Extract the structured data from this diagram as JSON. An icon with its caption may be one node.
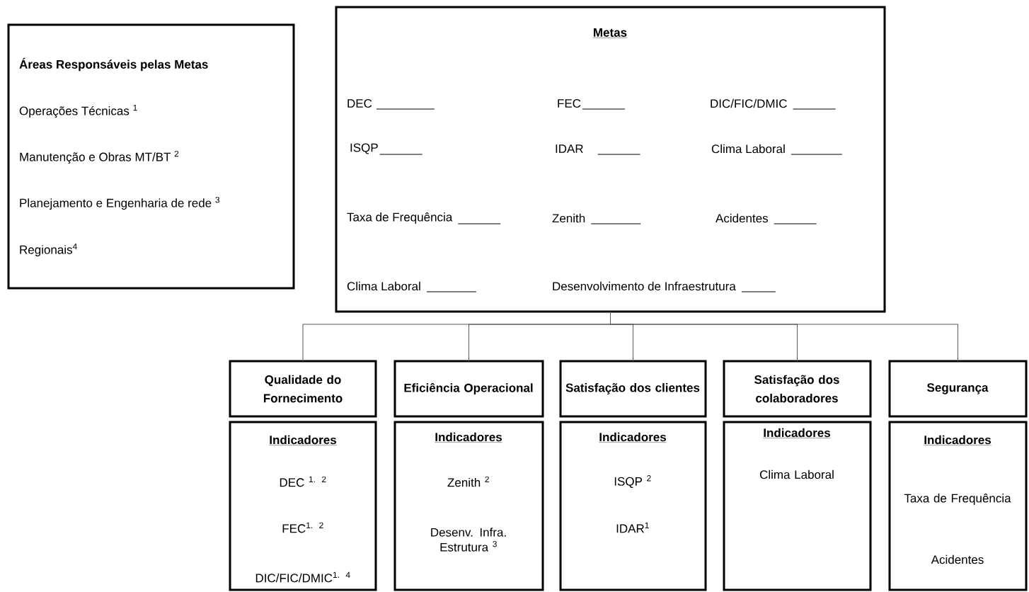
{
  "diagram": {
    "nodes": [
      {
        "text": [
          "Áreas Responsáveis pelas Metas",
          "Operações Técnicas $^{1}$",
          "Manutenção e Obras MT/BT $^{2}$",
          "Planejamento e Engenharia de rede $^{3}$",
          "Regionais$^{4}$"
        ]
      },
      {
        "text": [
          "Metas",
          "DEC",
          "FEC",
          "DIC/FIC/DMIC",
          "ISQP",
          "IDAR",
          "Clima Laboral",
          "Taxa de Frequência",
          "Zenith",
          "Acidentes",
          "Clima Laboral",
          "Desenvolvimento de Infraestrutura"
        ]
      },
      {
        "text": [
          "Qualidade do Fornecimento"
        ]
      },
      {
        "text": [
          "Eficiência Operacional"
        ]
      },
      {
        "text": [
          "Satisfação dos clientes"
        ]
      },
      {
        "text": [
          "Satisfação dos colaboradores"
        ]
      },
      {
        "text": [
          "Segurança"
        ]
      },
      {
        "text": [
          "Indicadores",
          "DEC $^{1. 2}$",
          "FEC$^{1. 2}$",
          "DIC/FIC/DMIC$^{1. 4}$"
        ]
      },
      {
        "text": [
          "Indicadores",
          "Zenith $^{2}$",
          "Desenv. Infra. Estrutura $^{3}$"
        ]
      },
      {
        "text": [
          "Indicadores",
          "ISQP $^{2}$",
          "IDAR$^{1}$"
        ]
      },
      {
        "text": [
          "Indicadores",
          "Clima Laboral"
        ]
      },
      {
        "text": [
          "Indicadores",
          "Taxa de Frequência",
          "Acidentes"
        ]
      }
    ],
    "edges": [
      {
        "from": 1,
        "to": 2,
        "arrow": "none"
      },
      {
        "from": 1,
        "to": 3,
        "arrow": "none"
      },
      {
        "from": 1,
        "to": 4,
        "arrow": "none"
      },
      {
        "from": 1,
        "to": 5,
        "arrow": "none"
      },
      {
        "from": 1,
        "to": 6,
        "arrow": "none"
      }
    ]
  }
}
